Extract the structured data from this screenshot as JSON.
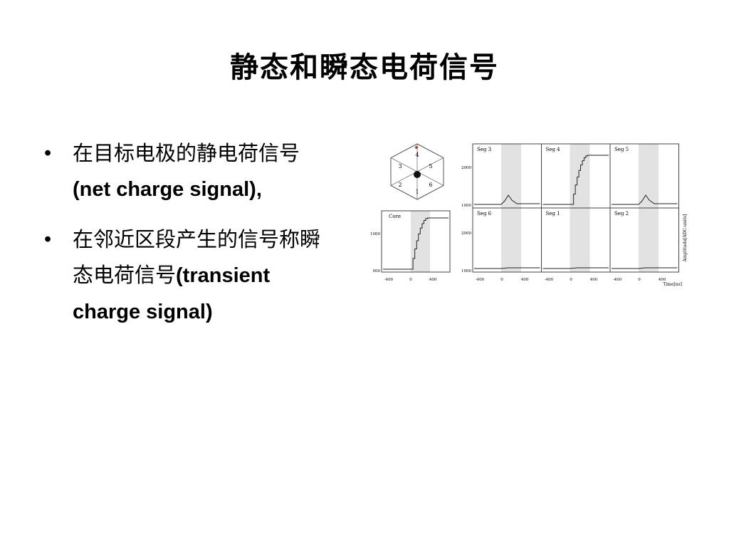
{
  "slide": {
    "title": "静态和瞬态电荷信号"
  },
  "bullets": [
    {
      "zh": "在目标电极的静电荷信号",
      "en": "(net charge signal),"
    },
    {
      "zh": "在邻近区段产生的信号称瞬态电荷信号",
      "en": "(transient charge signal)"
    }
  ],
  "figure": {
    "hexagon_segments": [
      "4",
      "5",
      "6",
      "1",
      "2",
      "3"
    ],
    "core_panel": {
      "label": "Core",
      "y_ticks": [
        "1000",
        "000"
      ],
      "x_ticks": [
        "-400",
        "0",
        "400"
      ]
    },
    "panels": [
      {
        "label": "Seg 3",
        "signal": "transient"
      },
      {
        "label": "Seg 4",
        "signal": "net"
      },
      {
        "label": "Seg 5",
        "signal": "transient"
      },
      {
        "label": "Seg 6",
        "signal": "flat"
      },
      {
        "label": "Seg 1",
        "signal": "flat"
      },
      {
        "label": "Seg 2",
        "signal": "flat"
      }
    ],
    "grid_y_ticks": [
      "2000",
      "1000"
    ],
    "grid_x_ticks": [
      "-400",
      "400"
    ],
    "grid_zero_tick": "0",
    "y_axis_label": "Amplitude[ADC-units]",
    "x_axis_label": "Time[ns]",
    "colors": {
      "window_shade": "#e2e2e2",
      "trace": "#222222",
      "hit_dot": "#c0392b"
    }
  }
}
